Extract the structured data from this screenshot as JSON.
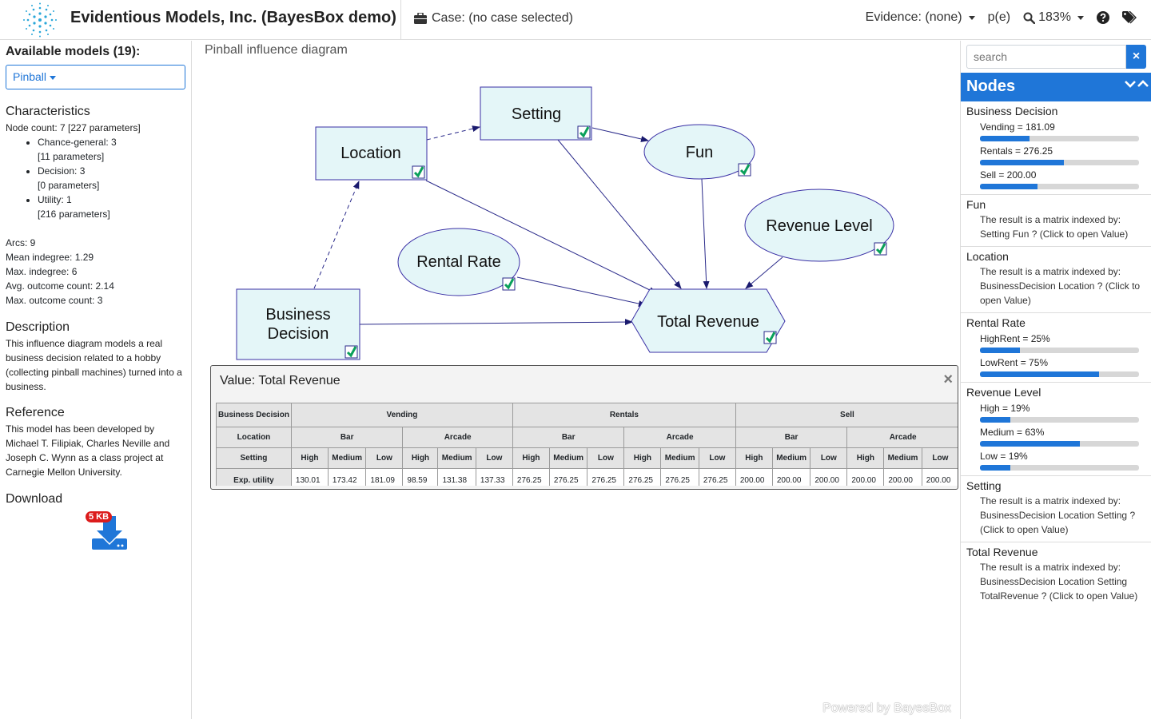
{
  "header": {
    "title": "Evidentious Models, Inc. (BayesBox demo)",
    "case_label": "Case: (no case selected)",
    "evidence_label": "Evidence: (none)",
    "pe_label": "p(e)",
    "zoom_label": "183%"
  },
  "left": {
    "available_title": "Available models (19):",
    "selected_model": "Pinball",
    "characteristics_title": "Characteristics",
    "node_count": "Node count: 7 [227 parameters]",
    "node_types": [
      {
        "label": "Chance-general: 3",
        "params": "[11 parameters]"
      },
      {
        "label": "Decision: 3",
        "params": "[0 parameters]"
      },
      {
        "label": "Utility: 1",
        "params": "[216 parameters]"
      }
    ],
    "stats": [
      "Arcs: 9",
      "Mean indegree: 1.29",
      "Max. indegree: 6",
      "Avg. outcome count: 2.14",
      "Max. outcome count: 3"
    ],
    "description_title": "Description",
    "description": "This influence diagram models a real business decision related to a hobby (collecting pinball machines) turned into a business.",
    "reference_title": "Reference",
    "reference": "This model has been developed by Michael T. Filipiak, Charles Neville and Joseph C. Wynn as a class project at Carnegie Mellon University.",
    "download_title": "Download",
    "download_size": "5 KB"
  },
  "center": {
    "diagram_title": "Pinball influence diagram",
    "powered_by": "Powered by BayesBox",
    "nodes": {
      "setting": "Setting",
      "location": "Location",
      "fun": "Fun",
      "revenue_level": "Revenue Level",
      "rental_rate": "Rental Rate",
      "business_decision_1": "Business",
      "business_decision_2": "Decision",
      "total_revenue": "Total Revenue"
    },
    "value_panel": {
      "title": "Value: Total Revenue",
      "row_headers": {
        "business_decision": "Business Decision",
        "location": "Location",
        "setting": "Setting",
        "exp_utility": "Exp. utility"
      },
      "decisions": [
        "Vending",
        "Rentals",
        "Sell"
      ],
      "locations": [
        "Bar",
        "Arcade",
        "Bar",
        "Arcade",
        "Bar",
        "Arcade"
      ],
      "settings": [
        "High",
        "Medium",
        "Low",
        "High",
        "Medium",
        "Low",
        "High",
        "Medium",
        "Low",
        "High",
        "Medium",
        "Low",
        "High",
        "Medium",
        "Low",
        "High",
        "Medium",
        "Low"
      ],
      "values": [
        "130.01",
        "173.42",
        "181.09",
        "98.59",
        "131.38",
        "137.33",
        "276.25",
        "276.25",
        "276.25",
        "276.25",
        "276.25",
        "276.25",
        "200.00",
        "200.00",
        "200.00",
        "200.00",
        "200.00",
        "200.00"
      ]
    }
  },
  "right": {
    "search_placeholder": "search",
    "nodes_title": "Nodes",
    "business_decision": {
      "name": "Business Decision",
      "states": [
        {
          "label": "Vending = 181.09",
          "fraction": 0.31
        },
        {
          "label": "Rentals = 276.25",
          "fraction": 0.53
        },
        {
          "label": "Sell = 200.00",
          "fraction": 0.36
        }
      ]
    },
    "fun": {
      "name": "Fun",
      "msg": "The result is a matrix indexed by: Setting Fun ? (Click to open Value)"
    },
    "location": {
      "name": "Location",
      "msg": "The result is a matrix indexed by: BusinessDecision Location ? (Click to open Value)"
    },
    "rental_rate": {
      "name": "Rental Rate",
      "states": [
        {
          "label": "HighRent = 25%",
          "fraction": 0.25
        },
        {
          "label": "LowRent = 75%",
          "fraction": 0.75
        }
      ]
    },
    "revenue_level": {
      "name": "Revenue Level",
      "states": [
        {
          "label": "High = 19%",
          "fraction": 0.19
        },
        {
          "label": "Medium = 63%",
          "fraction": 0.63
        },
        {
          "label": "Low = 19%",
          "fraction": 0.19
        }
      ]
    },
    "setting": {
      "name": "Setting",
      "msg": "The result is a matrix indexed by: BusinessDecision Location Setting ? (Click to open Value)"
    },
    "total_revenue": {
      "name": "Total Revenue",
      "msg": "The result is a matrix indexed by: BusinessDecision Location Setting TotalRevenue ? (Click to open Value)"
    }
  },
  "colors": {
    "accent": "#1f76d8",
    "node_fill": "#e4f6f8",
    "node_stroke": "#3a2fa5",
    "check": "#0aa05a"
  }
}
